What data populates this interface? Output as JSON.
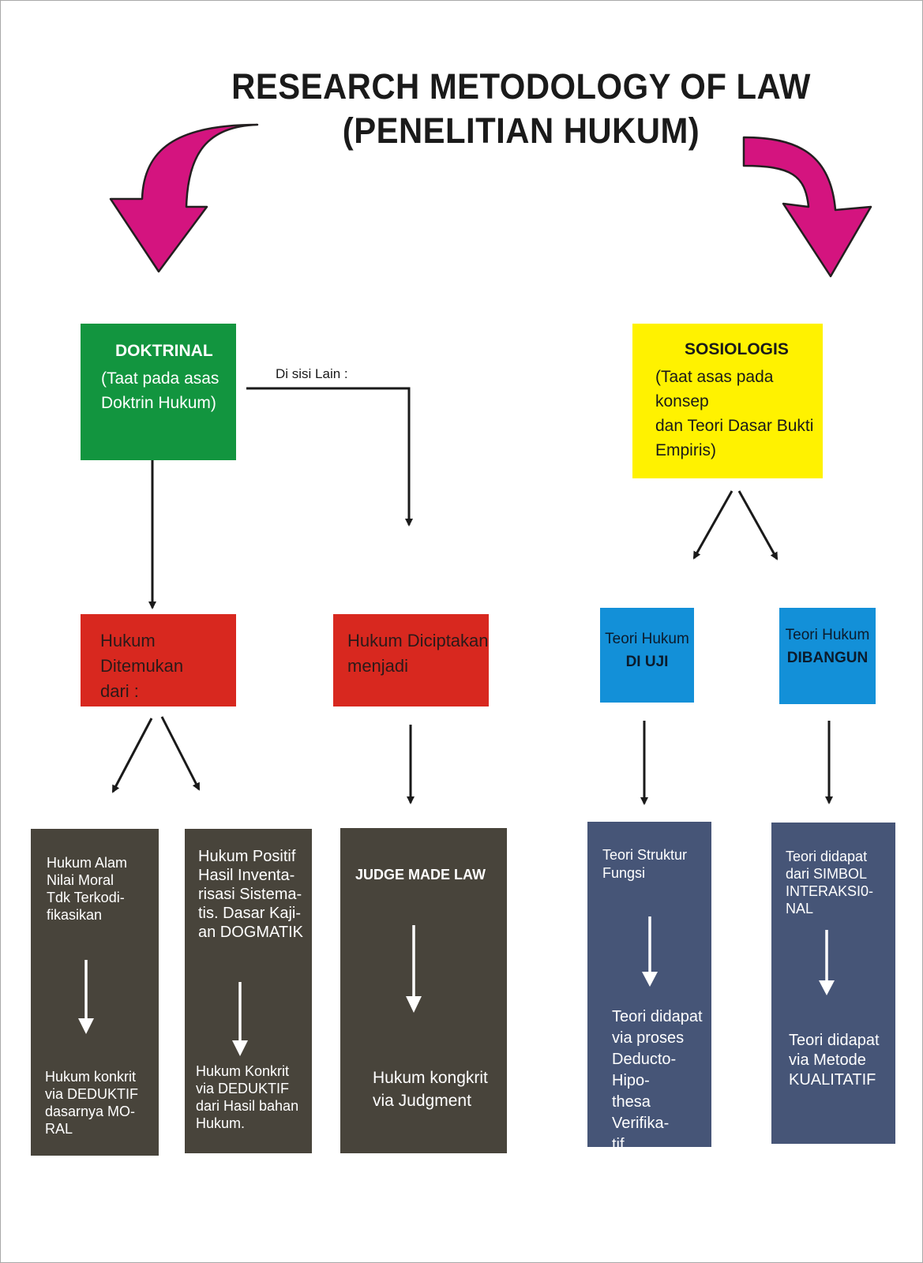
{
  "title": {
    "line1": "RESEARCH METODOLOGY OF LAW",
    "line2": "(PENELITIAN HUKUM)"
  },
  "doktrinal": {
    "heading": "DOKTRINAL",
    "desc": "(Taat pada asas\nDoktrin Hukum)"
  },
  "side_label": "Di sisi Lain :",
  "sosiologis": {
    "heading": "SOSIOLOGIS",
    "desc": "(Taat asas pada konsep\ndan Teori Dasar Bukti\nEmpiris)"
  },
  "hukum_ditemukan": "Hukum Ditemukan\ndari :",
  "hukum_diciptakan": "Hukum Diciptakan\nmenjadi",
  "teori_diuji": {
    "line1": "Teori Hukum",
    "line2": "DI UJI"
  },
  "teori_dibangun": {
    "line1": "Teori Hukum",
    "line2": "DIBANGUN"
  },
  "box_alam": {
    "top": "Hukum Alam\nNilai Moral\nTdk Terkodi-\nfikasikan",
    "bottom": "Hukum konkrit\nvia DEDUKTIF\ndasarnya MO-\nRAL"
  },
  "box_positif": {
    "top": "Hukum Positif\nHasil Inventa-\nrisasi Sistema-\ntis. Dasar Kaji-\nan DOGMATIK",
    "bottom": "Hukum Konkrit\nvia DEDUKTIF\ndari Hasil bahan\nHukum."
  },
  "box_judge": {
    "top": "JUDGE MADE LAW",
    "bottom": "Hukum kongkrit\nvia Judgment"
  },
  "box_struktur": {
    "top": "Teori Struktur\n    Fungsi",
    "bottom": "Teori didapat\nvia proses\nDeducto-Hipo-\nthesa Verifika-\ntif"
  },
  "box_simbol": {
    "top": "Teori didapat\ndari SIMBOL\nINTERAKSI0-\nNAL",
    "bottom": "Teori didapat\nvia Metode\nKUALITATIF"
  },
  "colors": {
    "green": "#12953f",
    "yellow": "#fff200",
    "red": "#d8281f",
    "blue": "#1390d8",
    "dark": "#48443b",
    "navy": "#465577",
    "magenta": "#d4147f"
  }
}
